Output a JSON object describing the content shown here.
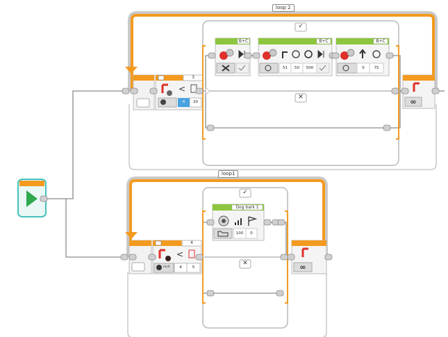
{
  "program": {
    "loop2": {
      "label": "loop 2",
      "counter": "3",
      "compare_values": [
        "4",
        "20"
      ],
      "case_true": "✓",
      "case_false": "✕",
      "end_mode": "∞",
      "blocks": [
        {
          "ports": "B+C"
        },
        {
          "ports": "B+C",
          "values": [
            "51",
            "50",
            "500"
          ]
        },
        {
          "ports": "B+C",
          "values": [
            "0",
            "75"
          ]
        }
      ]
    },
    "loop1": {
      "label": "loop1",
      "counter": "4",
      "compare_values": [
        "4",
        "5"
      ],
      "sensor_unit": "inch",
      "case_true": "✓",
      "case_false": "✕",
      "end_mode": "∞",
      "sound": {
        "name": "Dog bark 1",
        "values": [
          "100",
          "0"
        ]
      }
    }
  },
  "colors": {
    "loop": "#f39a1f",
    "motor_header": "#8cc63f",
    "start": "#2fa84f",
    "wire": "#8a8a8a",
    "selected_value": "#4aa3df"
  }
}
